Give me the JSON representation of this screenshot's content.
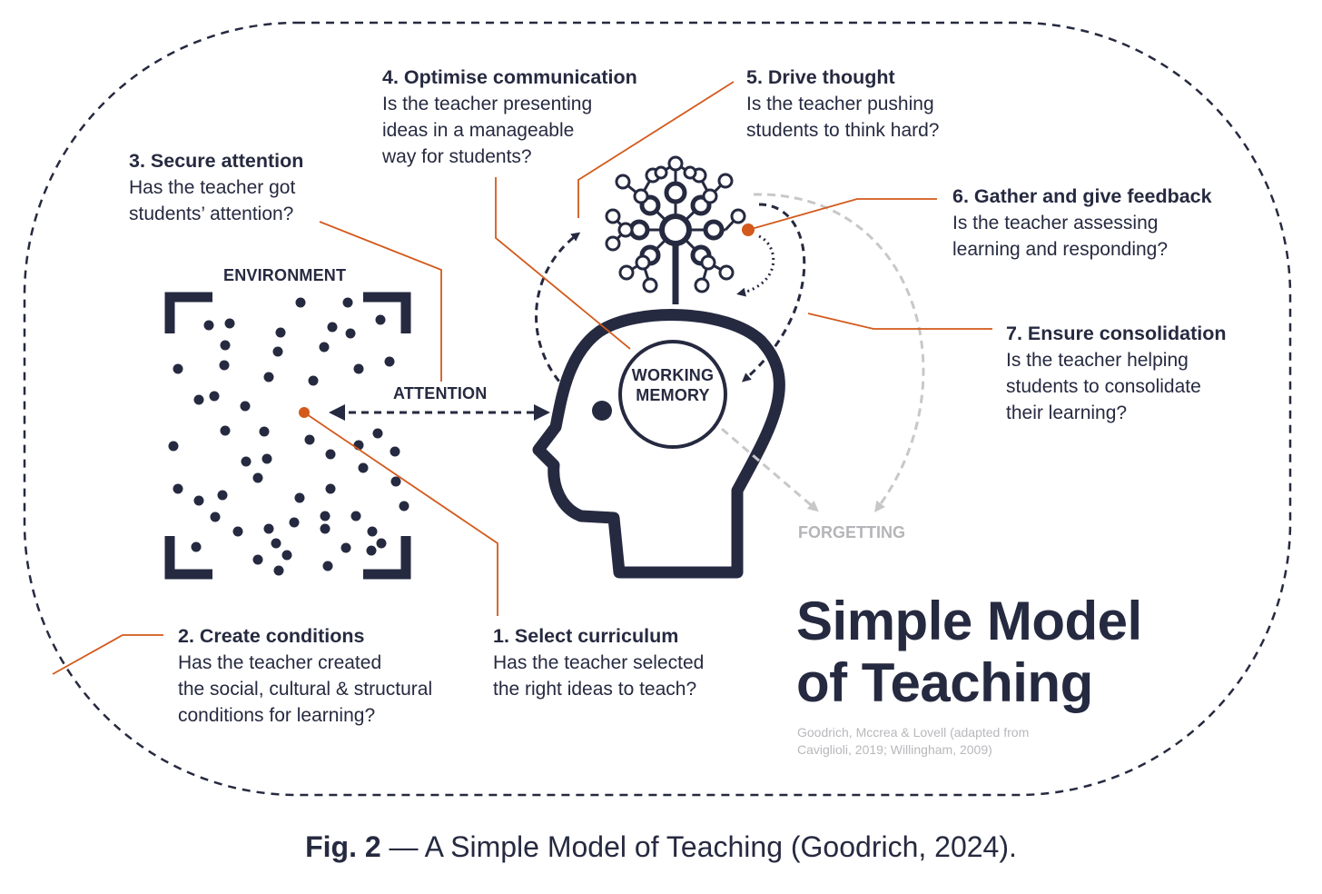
{
  "labels": {
    "select_curriculum": {
      "heading": "1. Select curriculum",
      "body": [
        "Has the teacher selected",
        "the right ideas to teach?"
      ]
    },
    "create_conditions": {
      "heading": "2. Create conditions",
      "body": [
        "Has the teacher created",
        "the social, cultural & structural",
        "conditions for learning?"
      ]
    },
    "secure_attention": {
      "heading": "3. Secure attention",
      "body": [
        "Has the teacher got",
        "students’ attention?"
      ]
    },
    "optimise_communication": {
      "heading": "4. Optimise communication",
      "body": [
        "Is the teacher presenting",
        "ideas in a manageable",
        "way for students?"
      ]
    },
    "drive_thought": {
      "heading": "5. Drive thought",
      "body": [
        "Is the teacher pushing",
        "students to think hard?"
      ]
    },
    "gather_feedback": {
      "heading": "6. Gather and give feedback",
      "body": [
        "Is the teacher assessing",
        "learning and responding?"
      ]
    },
    "ensure_consolidation": {
      "heading": "7. Ensure consolidation",
      "body": [
        "Is the teacher helping",
        "students to consolidate",
        "their learning?"
      ]
    }
  },
  "captions": {
    "environment": "ENVIRONMENT",
    "attention": "ATTENTION",
    "working_memory": [
      "WORKING",
      "MEMORY"
    ],
    "forgetting": "FORGETTING"
  },
  "title": [
    "Simple Model",
    "of Teaching"
  ],
  "citation": [
    "Goodrich, Mccrea & Lovell (adapted from",
    "Caviglioli, 2019; Willingham, 2009)"
  ],
  "figure_caption": {
    "prefix": "Fig. 2",
    "text": " — A Simple Model of Teaching (Goodrich, 2024)."
  },
  "colors": {
    "ink": "#262a40",
    "accent": "#d35a1c",
    "muted": "#bdbdc0"
  }
}
